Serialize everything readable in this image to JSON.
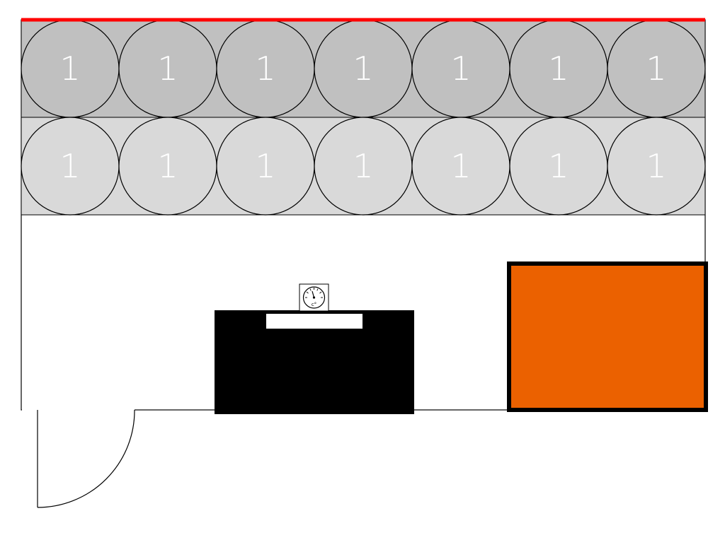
{
  "colors": {
    "wall_accent": "#ff0000",
    "row_top_fill": "#c0c0c0",
    "row_bottom_fill": "#d9d9d9",
    "drum_label": "#ffffff",
    "desk": "#000000",
    "cabinet_fill": "#eb6100",
    "cabinet_border": "#000000",
    "outline": "#000000"
  },
  "rows": [
    {
      "id": "top",
      "items": [
        {
          "label": "1"
        },
        {
          "label": "1"
        },
        {
          "label": "1"
        },
        {
          "label": "1"
        },
        {
          "label": "1"
        },
        {
          "label": "1"
        },
        {
          "label": "1"
        }
      ]
    },
    {
      "id": "bottom",
      "items": [
        {
          "label": "1"
        },
        {
          "label": "1"
        },
        {
          "label": "1"
        },
        {
          "label": "1"
        },
        {
          "label": "1"
        },
        {
          "label": "1"
        },
        {
          "label": "1"
        }
      ]
    }
  ],
  "icons": {
    "gauge": "gauge-icon",
    "door": "door-swing-icon"
  }
}
